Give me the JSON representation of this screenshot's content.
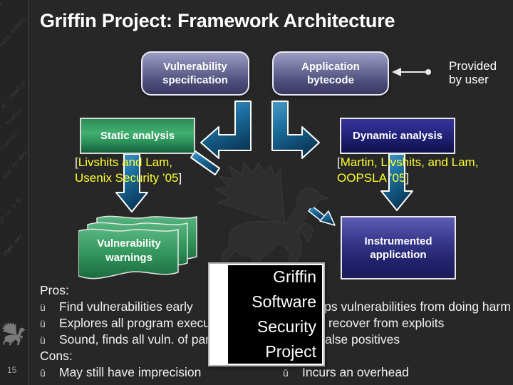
{
  "slide": {
    "title": "Griffin Project: Framework Architecture",
    "page_number": "15"
  },
  "nodes": {
    "vuln_spec": {
      "line1": "Vulnerability",
      "line2": "specification"
    },
    "app_bytecode": {
      "line1": "Application",
      "line2": "bytecode"
    },
    "static_analysis": {
      "label": "Static analysis"
    },
    "dynamic_analysis": {
      "label": "Dynamic analysis"
    },
    "vuln_warnings": {
      "line1": "Vulnerability",
      "line2": "warnings"
    },
    "instr_app": {
      "line1": "Instrumented",
      "line2": "application"
    }
  },
  "annotations": {
    "provided": {
      "line1": "Provided",
      "line2": "by user"
    },
    "citation_static": {
      "open": "[",
      "line1": "Livshits and Lam,",
      "line2": "Usenix Security ’05",
      "close": "]"
    },
    "citation_dynamic": {
      "open": "[",
      "line1": "Martin, Livshits, and Lam,",
      "line2": "OOPSLA ’05",
      "close": "]"
    }
  },
  "logo": {
    "line1": "Griffin",
    "line2": "Software",
    "line3": "Security",
    "line4": "Project"
  },
  "lists": {
    "check_glyph": "ü",
    "cross_glyph": "û",
    "left": {
      "pros_label": "Pros:",
      "pros": [
        "Find vulnerabilities early",
        "Explores all program executions",
        "Sound, finds all vuln. of particular type"
      ],
      "cons_label": "Cons:",
      "cons": [
        "May still have imprecision"
      ]
    },
    "right": {
      "pros": [
        "Keeps vulnerabilities from doing harm",
        "Can recover from exploits",
        "No false positives"
      ],
      "cons": [
        "Incurs an overhead"
      ]
    }
  },
  "decor": {
    "code_fragments": [
      "s = iter;",
      "ters.index(",
      "d' labelim",
      "tion);",
      "Count(c);",
      "pos == pos",
      "if (c > 0)",
      "iter ++;"
    ]
  },
  "colors": {
    "background": "#272727",
    "accent_purple": "#7b7ba6",
    "accent_green": "#2f9a5f",
    "accent_navy": "#23237a",
    "arrow_blue": "#1b6fa0",
    "citation_yellow": "#ffff2e"
  }
}
